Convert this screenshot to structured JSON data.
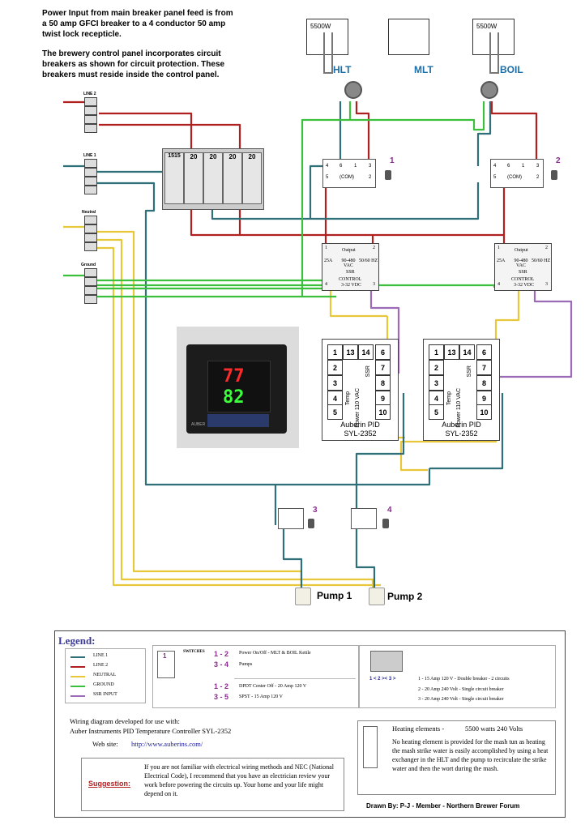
{
  "intro": {
    "para1": "Power Input from main breaker panel feed is from a 50 amp GFCI breaker to a 4 conductor 50 amp twist lock recepticle.",
    "para2": "The brewery control panel incorporates circuit breakers as shown for circuit protection. These breakers must reside inside the control panel."
  },
  "heaters": {
    "hlt_watts": "5500W",
    "boil_watts": "5500W",
    "hlt_label": "HLT",
    "mlt_label": "MLT",
    "boil_label": "BOIL"
  },
  "terminal_blocks": {
    "line2": "LINE 2",
    "line1": "LINE 1",
    "neutral": "Neutral",
    "ground": "Ground"
  },
  "breakers": [
    "15",
    "15",
    "20",
    "20",
    "20",
    "20"
  ],
  "switches": {
    "dpdt_label": "(COM)",
    "sw1": "1",
    "sw2": "2",
    "sw3": "3",
    "sw4": "4",
    "pins": [
      "4",
      "6",
      "1",
      "3",
      "5",
      "2"
    ]
  },
  "ssr": {
    "output": "Output",
    "acv": "90-480 VAC",
    "amps": "25A",
    "hz": "50/60 HZ",
    "name": "SSR",
    "control": "CONTROL",
    "dc": "3-32 VDC",
    "pins": [
      "1",
      "2",
      "4",
      "3"
    ]
  },
  "pid": {
    "name": "Auberin PID",
    "model": "SYL-2352",
    "cells": [
      "1",
      "13",
      "14",
      "6",
      "2",
      "7",
      "3",
      "8",
      "4",
      "9",
      "5",
      "10"
    ],
    "ssr_label": "SSR",
    "power_label": "Power 110 VAC",
    "temp_label": "Temp"
  },
  "photo": {
    "display_top": "77",
    "display_bottom": "82",
    "brand": "AUBER"
  },
  "pumps": {
    "pump1": "Pump 1",
    "pump2": "Pump 2"
  },
  "legend": {
    "title": "Legend:",
    "items": [
      "LINE 1",
      "LINE 2",
      "NEUTRAL",
      "GROUND",
      "SSR INPUT"
    ],
    "colors": [
      "#2f6f78",
      "#b02020",
      "#e8c83a",
      "#3cbf3c",
      "#9b6bb8"
    ],
    "switches_title": "SWITCHES",
    "sw_rows": [
      {
        "num": "1 - 2",
        "text": "Power On/Off - MLT & BOIL Kettle"
      },
      {
        "num": "3 - 4",
        "text": "Pumps"
      },
      {
        "num": "1 - 2",
        "text": "DPDT Center Off - 20 Amp 120 V"
      },
      {
        "num": "3 - 5",
        "text": "SPST - 15 Amp 120 V"
      }
    ],
    "breaker_rows": [
      "1 - 15 Amp 120 V - Double breaker - 2 circuits",
      "2 - 20 Amp 240 Volt - Single circuit breaker",
      "3 - 20 Amp 240 Volt - Single circuit breaker"
    ],
    "breaker_icon_label": "1 < 2 >< 3 >",
    "wiring_line1": "Wiring diagram developed for use with:",
    "wiring_line2": "Auber Instruments PID Temperature Controller SYL-2352",
    "website_label": "Web site:",
    "website": "http://www.auberins.com/",
    "heating_title": "Heating elements -",
    "heating_value": "5500 watts 240 Volts",
    "heating_text": "No heating element is provided for the mash tun as heating the mash strike water is easily accomplished by using a heat exchanger in the HLT and the pump to recirculate the strike water and then the wort during the mash.",
    "suggestion_label": "Suggestion:",
    "suggestion_text": "If you are not familiar with electrical wiring methods and NEC (National Electrical Code), I recommend that you have an electrician review your work before powering the circuits up. Your home and your life might depend on it.",
    "drawn_by": "Drawn By: P-J - Member - Northern Brewer Forum"
  }
}
